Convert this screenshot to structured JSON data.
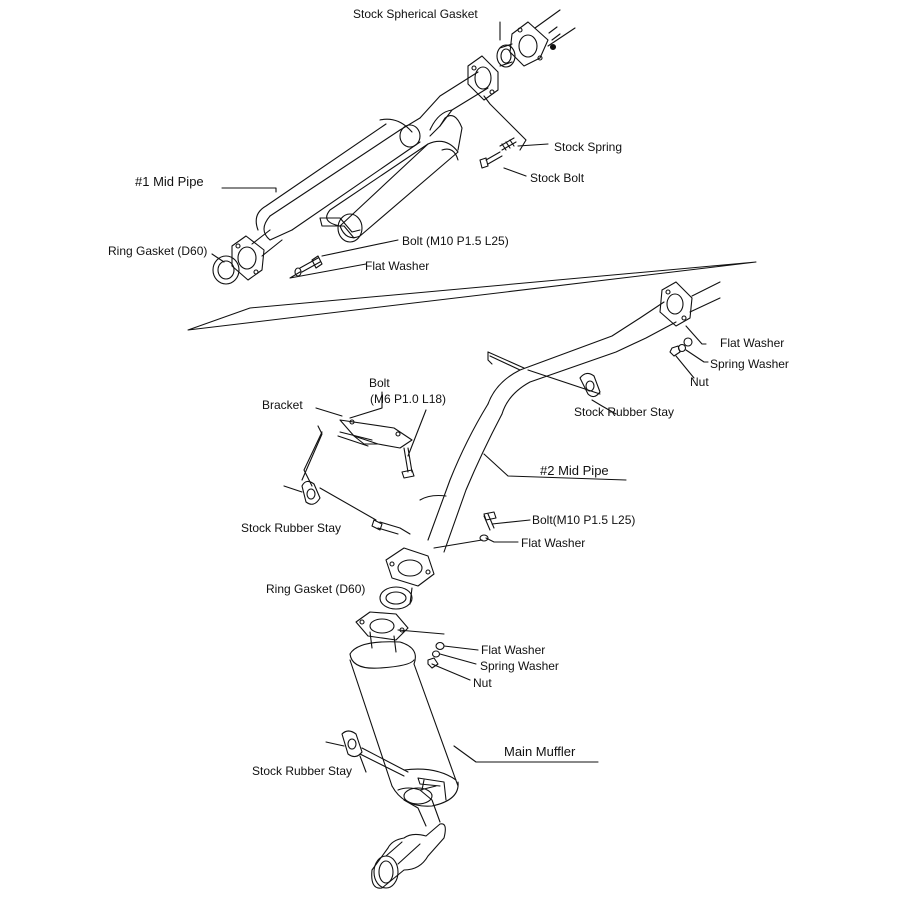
{
  "labels": {
    "stock_spherical_gasket": "Stock Spherical Gasket",
    "stock_spring": "Stock Spring",
    "stock_bolt": "Stock Bolt",
    "mid_pipe_1": "#1 Mid Pipe",
    "ring_gasket_top": "Ring Gasket (D60)",
    "bolt_m10_top": "Bolt (M10 P1.5 L25)",
    "flat_washer_top": "Flat Washer",
    "flat_washer_right": "Flat Washer",
    "spring_washer_right": "Spring Washer",
    "nut_right": "Nut",
    "bolt_m6_line1": "Bolt",
    "bolt_m6_line2": "(M6 P1.0 L18)",
    "bracket": "Bracket",
    "stock_rubber_stay_upper": "Stock Rubber Stay",
    "mid_pipe_2": "#2 Mid Pipe",
    "stock_rubber_stay_left": "Stock Rubber Stay",
    "bolt_m10_mid": "Bolt(M10 P1.5 L25)",
    "flat_washer_mid": "Flat Washer",
    "ring_gasket_mid": "Ring Gasket (D60)",
    "flat_washer_lower": "Flat Washer",
    "spring_washer_lower": "Spring Washer",
    "nut_lower": "Nut",
    "main_muffler": "Main Muffler",
    "stock_rubber_stay_lower": "Stock Rubber Stay"
  }
}
